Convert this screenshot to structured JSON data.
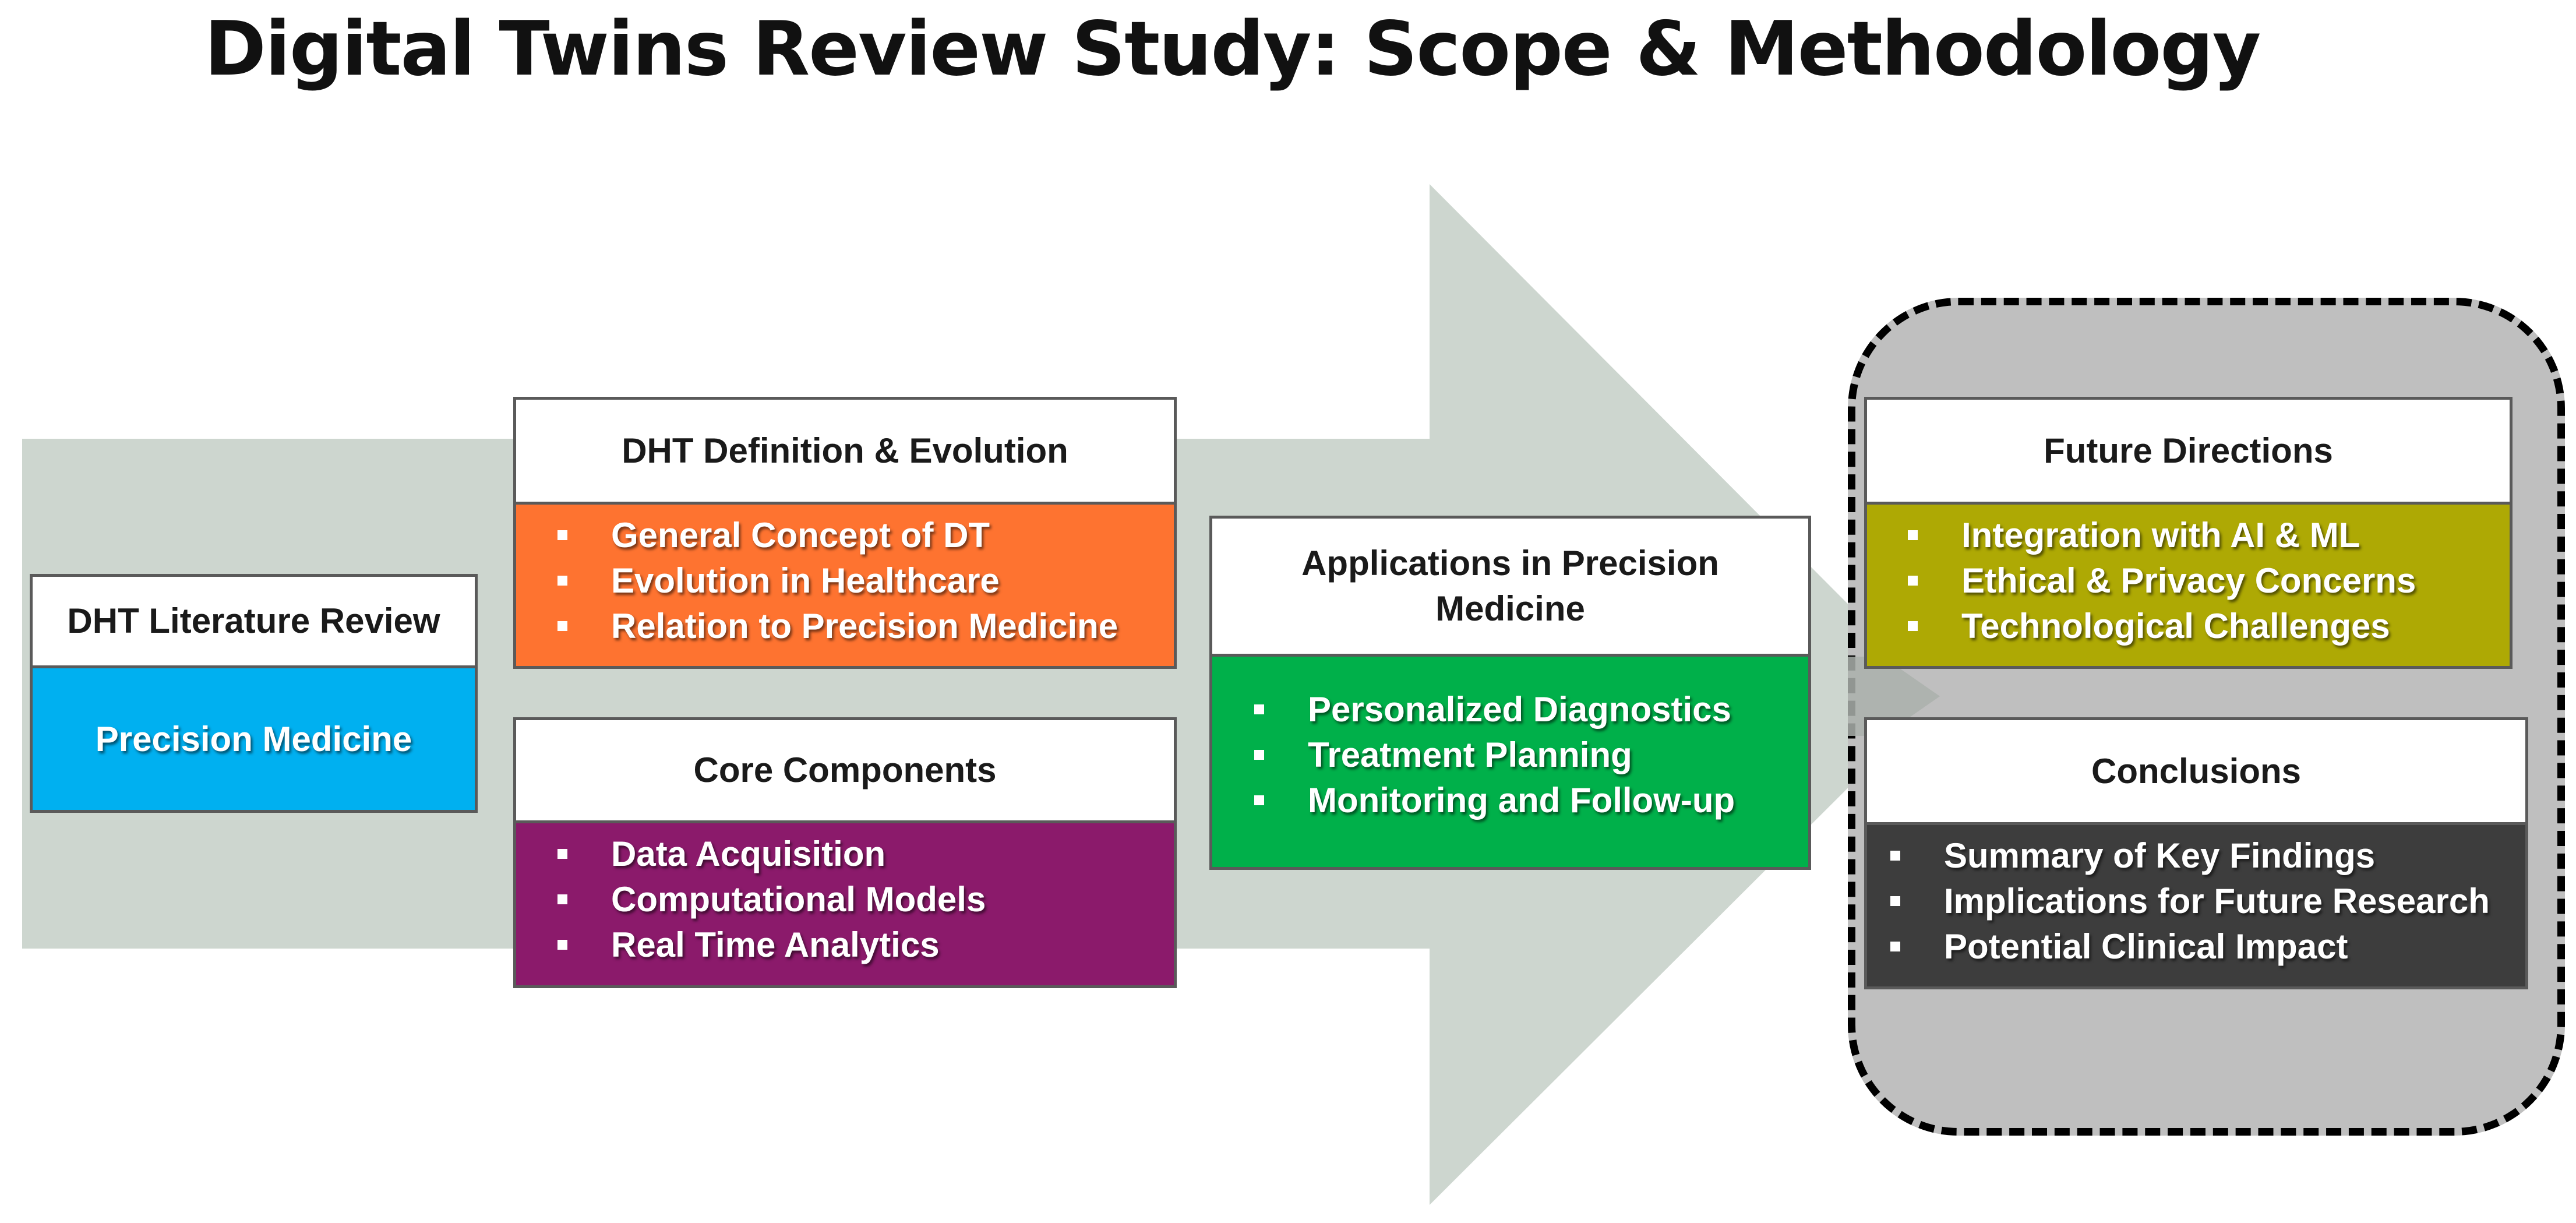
{
  "title": "Digital Twins Review Study: Scope & Methodology",
  "colors": {
    "arrow": "#cdd6cf",
    "literature": "#00b0f0",
    "definition": "#fe7330",
    "core": "#8b1a6b",
    "applications": "#00b04a",
    "future": "#aea904",
    "conclusions": "#3d3d3d",
    "region": "#bfbfbf"
  },
  "boxes": {
    "literature": {
      "header": "DHT Literature Review",
      "body": "Precision Medicine"
    },
    "definition": {
      "header": "DHT Definition & Evolution",
      "items": [
        "General Concept of DT",
        "Evolution in Healthcare",
        "Relation to Precision Medicine"
      ]
    },
    "core": {
      "header": "Core Components",
      "items": [
        "Data Acquisition",
        "Computational Models",
        "Real Time Analytics"
      ]
    },
    "applications": {
      "header": "Applications in Precision Medicine",
      "items": [
        "Personalized Diagnostics",
        "Treatment Planning",
        "Monitoring and Follow-up"
      ]
    },
    "future": {
      "header": "Future Directions",
      "items": [
        "Integration with AI & ML",
        "Ethical & Privacy Concerns",
        "Technological Challenges"
      ]
    },
    "conclusions": {
      "header": "Conclusions",
      "items": [
        "Summary of Key Findings",
        "Implications for Future Research",
        "Potential Clinical Impact"
      ]
    }
  }
}
